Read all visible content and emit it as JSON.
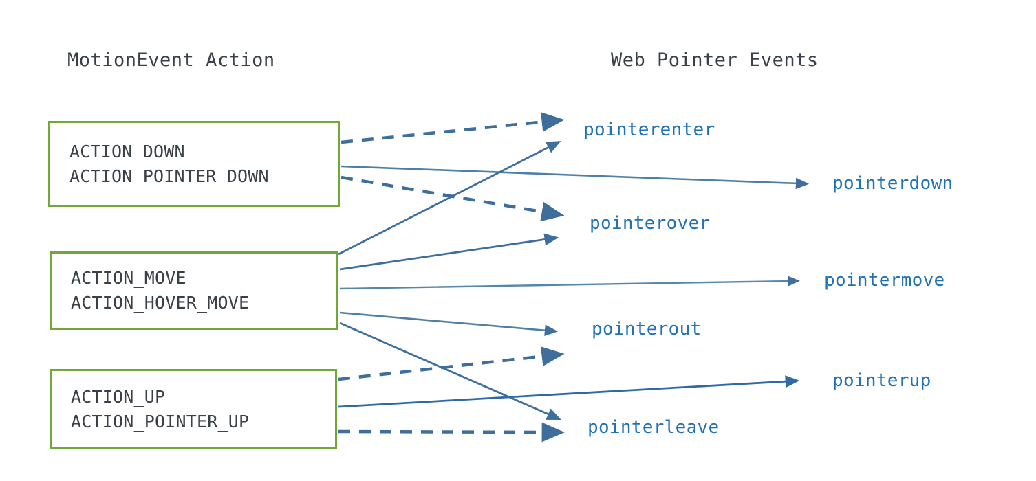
{
  "diagram": {
    "title": "MotionEvent Action to Web Pointer Events mapping",
    "headers": {
      "left": "MotionEvent Action",
      "right": "Web Pointer Events"
    },
    "colors": {
      "box_border": "#6fa832",
      "box_text": "#3a4047",
      "header_text": "#3a4047",
      "event_text": "#2271b5",
      "arrow_solid": "#3d6e9c",
      "arrow_dashed": "#3d6e9c",
      "background": "#ffffff"
    },
    "action_boxes": [
      {
        "id": "box-down",
        "lines": [
          "ACTION_DOWN",
          "ACTION_POINTER_DOWN"
        ]
      },
      {
        "id": "box-move",
        "lines": [
          "ACTION_MOVE",
          "ACTION_HOVER_MOVE"
        ]
      },
      {
        "id": "box-up",
        "lines": [
          "ACTION_UP",
          "ACTION_POINTER_UP"
        ]
      }
    ],
    "event_labels": [
      {
        "id": "pointerenter",
        "text": "pointerenter"
      },
      {
        "id": "pointerdown",
        "text": "pointerdown"
      },
      {
        "id": "pointerover",
        "text": "pointerover"
      },
      {
        "id": "pointermove",
        "text": "pointermove"
      },
      {
        "id": "pointerout",
        "text": "pointerout"
      },
      {
        "id": "pointerup",
        "text": "pointerup"
      },
      {
        "id": "pointerleave",
        "text": "pointerleave"
      }
    ],
    "connections": [
      {
        "from": "ACTION_DOWN / ACTION_POINTER_DOWN",
        "to": "pointerenter",
        "style": "dashed"
      },
      {
        "from": "ACTION_DOWN / ACTION_POINTER_DOWN",
        "to": "pointerdown",
        "style": "solid"
      },
      {
        "from": "ACTION_DOWN / ACTION_POINTER_DOWN",
        "to": "pointerover",
        "style": "dashed"
      },
      {
        "from": "ACTION_MOVE / ACTION_HOVER_MOVE",
        "to": "pointerenter",
        "style": "solid"
      },
      {
        "from": "ACTION_MOVE / ACTION_HOVER_MOVE",
        "to": "pointerover",
        "style": "solid"
      },
      {
        "from": "ACTION_MOVE / ACTION_HOVER_MOVE",
        "to": "pointermove",
        "style": "solid"
      },
      {
        "from": "ACTION_MOVE / ACTION_HOVER_MOVE",
        "to": "pointerout",
        "style": "solid"
      },
      {
        "from": "ACTION_MOVE / ACTION_HOVER_MOVE",
        "to": "pointerleave",
        "style": "solid"
      },
      {
        "from": "ACTION_UP / ACTION_POINTER_UP",
        "to": "pointerout",
        "style": "dashed"
      },
      {
        "from": "ACTION_UP / ACTION_POINTER_UP",
        "to": "pointerup",
        "style": "solid"
      },
      {
        "from": "ACTION_UP / ACTION_POINTER_UP",
        "to": "pointerleave",
        "style": "dashed"
      }
    ]
  }
}
